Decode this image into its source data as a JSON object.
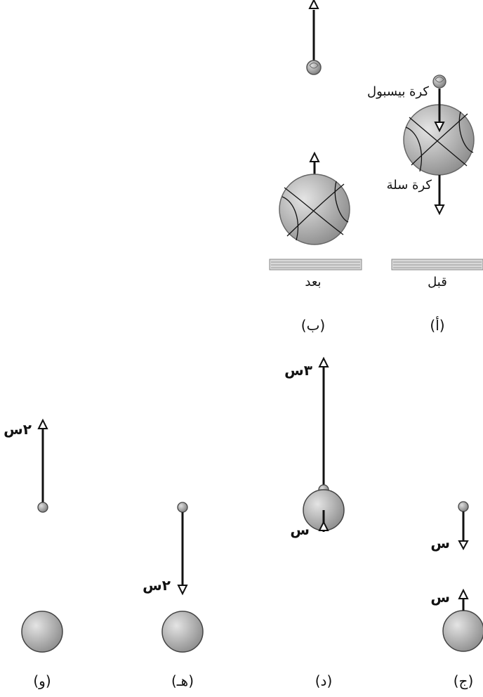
{
  "labels": {
    "baseball": "كرة بيسبول",
    "basketball": "كرة سلة",
    "before": "قبل",
    "after": "بعد"
  },
  "panels": {
    "a": "(أ)",
    "b": "(ب)",
    "c": "(ج)",
    "d": "(د)",
    "e": "(هـ)",
    "f": "(و)"
  },
  "velocities": {
    "c_small": "س",
    "c_large": "س",
    "d_small": "٣س",
    "d_large": "س",
    "e_small": "٢س",
    "f_small": "٢س"
  },
  "colors": {
    "ball": "#bdbdbd",
    "ballStroke": "#444444",
    "arrow": "#111111",
    "floor": "#d9d9d9"
  }
}
